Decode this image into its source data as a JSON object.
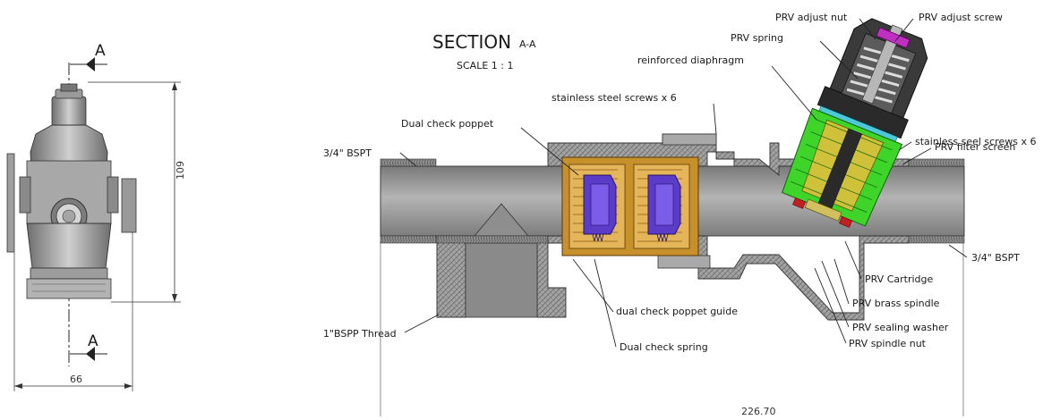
{
  "section_title": "SECTION",
  "section_suffix": "A-A",
  "scale": "SCALE 1 : 1",
  "cut_marker_top": "A",
  "cut_marker_bottom": "A",
  "dimensions": {
    "height": "109",
    "width": "66",
    "length": "226.70"
  },
  "labels": {
    "prv_adjust_nut": "PRV adjust nut",
    "prv_adjust_screw": "PRV adjust screw",
    "prv_spring": "PRV spring",
    "reinforced_diaphragm": "reinforced diaphragm",
    "stainless_steel_screws": "stainless steel screws x 6",
    "dual_check_poppet": "Dual check poppet",
    "stainless_seel_screws": "stainless seel screws x 6",
    "prv_filter_screen": "PRV filter screen",
    "bspt_left": "3/4\" BSPT",
    "bspt_right": "3/4\" BSPT",
    "prv_cartridge": "PRV Cartridge",
    "prv_brass_spindle": "PRV brass spindle",
    "dual_check_poppet_guide": "dual check poppet guide",
    "prv_sealing_washer": "PRV sealing washer",
    "bspp_thread": "1\"BSPP Thread",
    "prv_spindle_nut": "PRV spindle nut",
    "dual_check_spring": "Dual check spring"
  },
  "colors": {
    "body_gray": "#8f8f8f",
    "hatch_gray": "#9a9a9a",
    "brass": "#c8902a",
    "poppet_blue": "#5a3cc8",
    "prv_green": "#3fd42a",
    "prv_yellow": "#cfc23a",
    "cap_black": "#2a2a2a",
    "accent_magenta": "#c030c0",
    "seal_red": "#c02020"
  }
}
